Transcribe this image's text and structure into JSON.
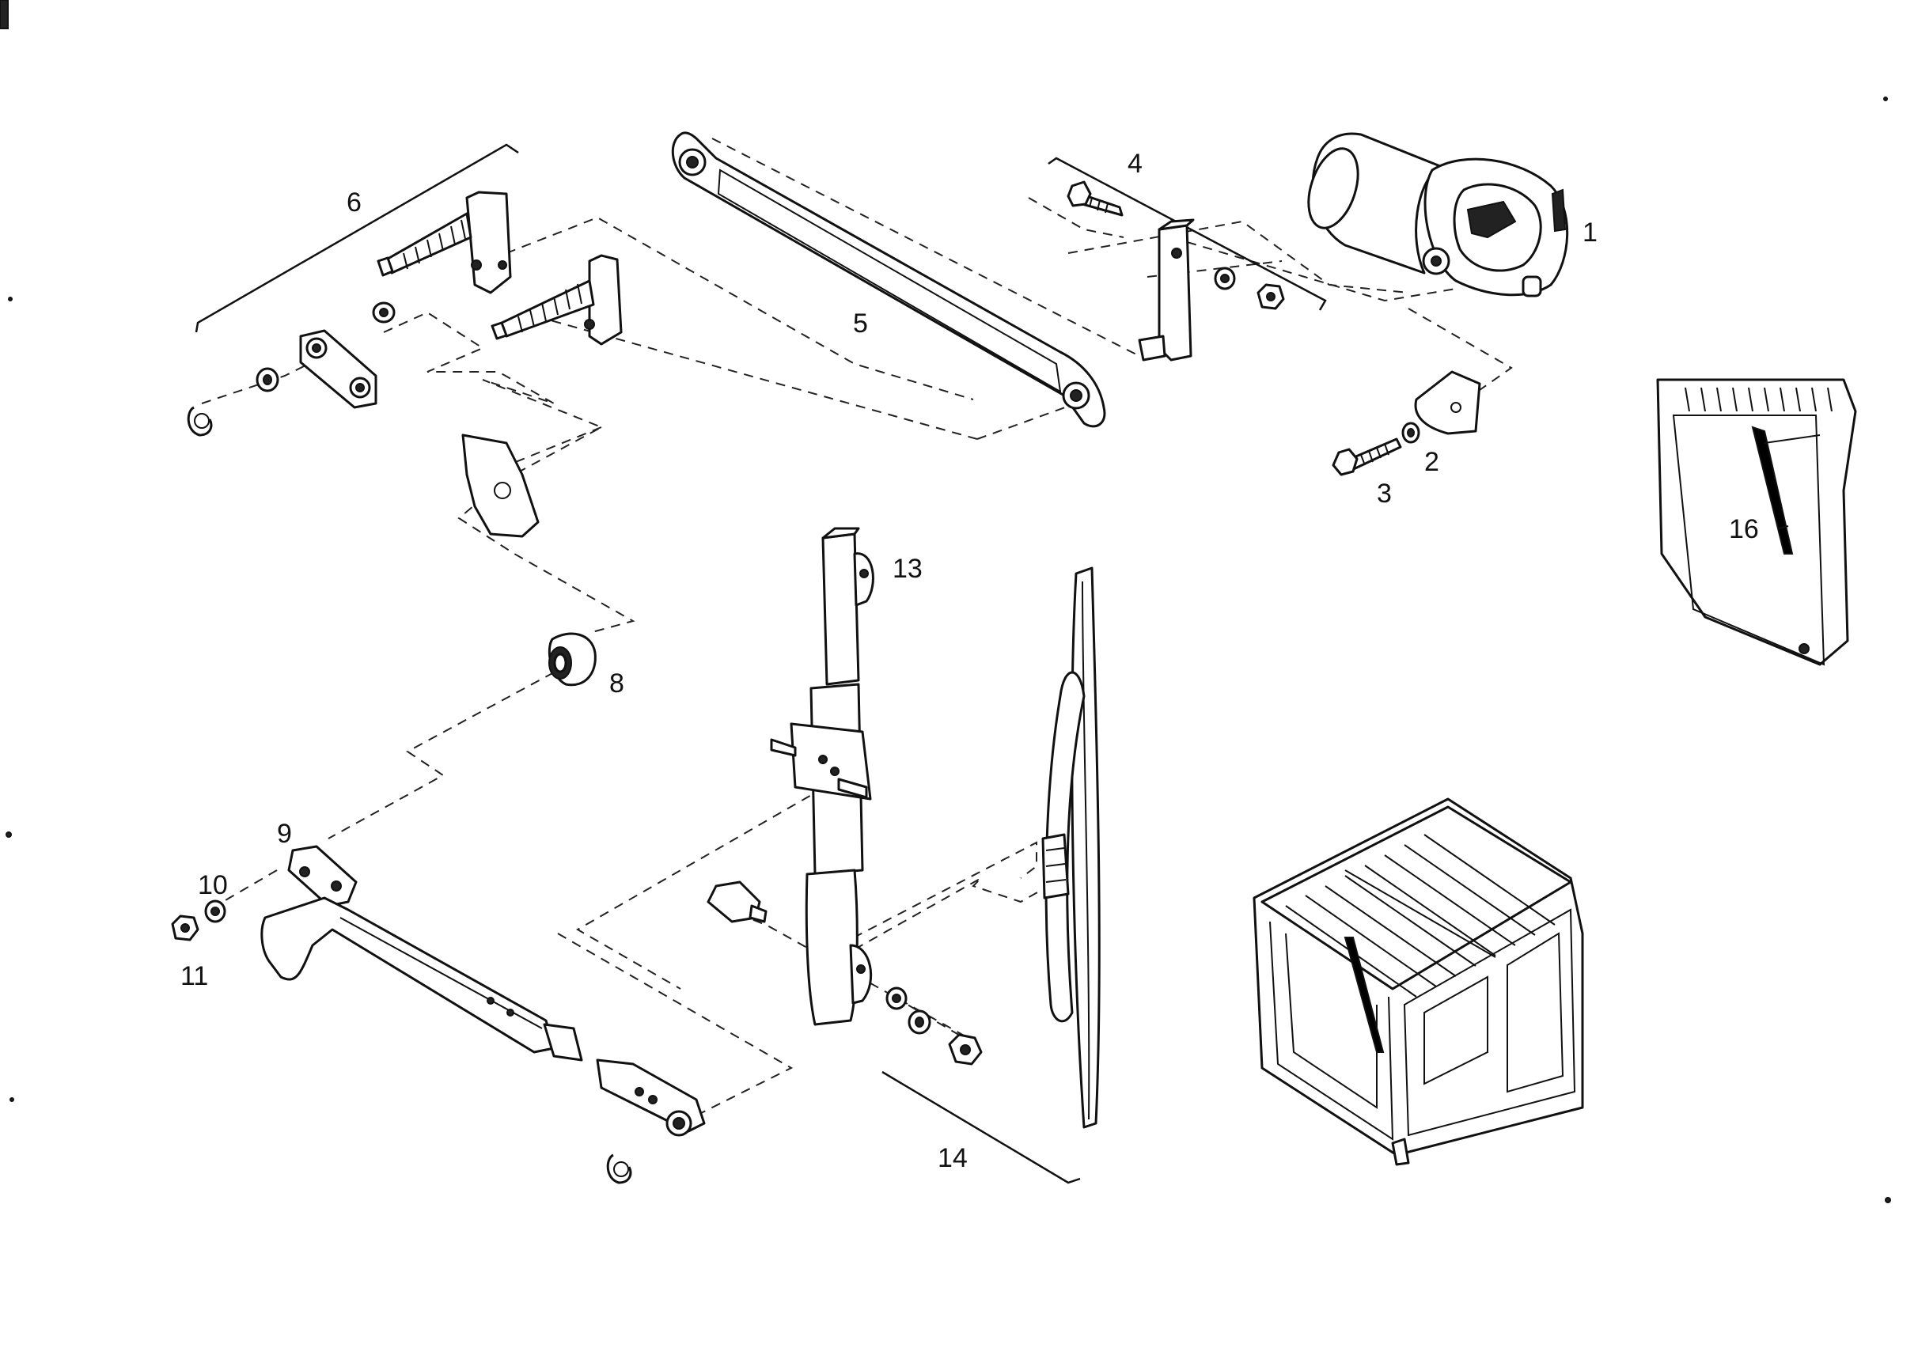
{
  "callouts": {
    "c1": "1",
    "c2": "2",
    "c3": "3",
    "c4": "4",
    "c5": "5",
    "c6": "6",
    "c8": "8",
    "c9": "9",
    "c10": "10",
    "c11": "11",
    "c13": "13",
    "c14": "14",
    "c16": "16"
  }
}
